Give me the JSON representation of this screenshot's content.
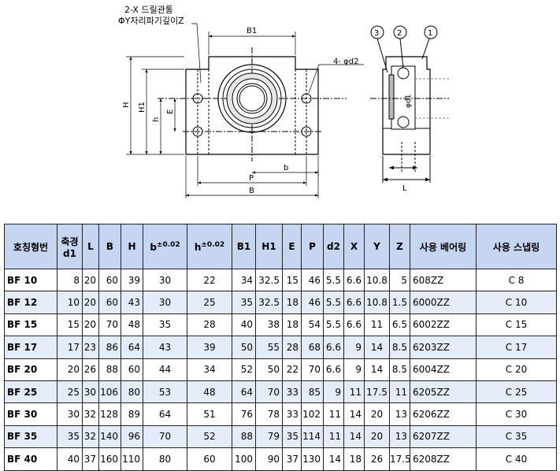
{
  "drawing": {
    "note_drill": "2-X 드릴관통",
    "note_counterbore": "ΦY자리파기깊이Z",
    "label_b1": "B1",
    "label_holes": "4- φd2",
    "label_H": "H",
    "label_H1": "H1",
    "label_h": "h",
    "label_E": "E",
    "label_b": "b",
    "label_P": "P",
    "label_B": "B",
    "label_d1": "φd1",
    "label_L": "L",
    "balloon_1": "1",
    "balloon_2": "2",
    "balloon_3": "3"
  },
  "table": {
    "headers": {
      "model": "호칭형번",
      "shaft_top": "축경",
      "shaft_bottom": "d1",
      "L": "L",
      "B": "B",
      "H": "H",
      "b": "b",
      "b_tol": "±0.02",
      "h": "h",
      "h_tol": "±0.02",
      "B1": "B1",
      "H1": "H1",
      "E": "E",
      "P": "P",
      "d2": "d2",
      "X": "X",
      "Y": "Y",
      "Z": "Z",
      "bearing": "사용 베어링",
      "snap_ring": "사용 스냅링"
    },
    "rows": [
      {
        "model": "BF 10",
        "d1": "8",
        "L": "20",
        "B": "60",
        "H": "39",
        "b": "30",
        "h": "22",
        "B1": "34",
        "H1": "32.5",
        "E": "15",
        "P": "46",
        "d2": "5.5",
        "X": "6.6",
        "Y": "10.8",
        "Z": "5",
        "bearing": "608ZZ",
        "snap": "C 8"
      },
      {
        "model": "BF 12",
        "d1": "10",
        "L": "20",
        "B": "60",
        "H": "43",
        "b": "30",
        "h": "25",
        "B1": "35",
        "H1": "32.5",
        "E": "18",
        "P": "46",
        "d2": "5.5",
        "X": "6.6",
        "Y": "10.8",
        "Z": "1.5",
        "bearing": "6000ZZ",
        "snap": "C 10"
      },
      {
        "model": "BF 15",
        "d1": "15",
        "L": "20",
        "B": "70",
        "H": "48",
        "b": "35",
        "h": "28",
        "B1": "40",
        "H1": "38",
        "E": "18",
        "P": "54",
        "d2": "5.5",
        "X": "6.6",
        "Y": "11",
        "Z": "6.5",
        "bearing": "6002ZZ",
        "snap": "C 15"
      },
      {
        "model": "BF 17",
        "d1": "17",
        "L": "23",
        "B": "86",
        "H": "64",
        "b": "43",
        "h": "39",
        "B1": "50",
        "H1": "55",
        "E": "28",
        "P": "68",
        "d2": "6.6",
        "X": "9",
        "Y": "14",
        "Z": "8.5",
        "bearing": "6203ZZ",
        "snap": "C 17"
      },
      {
        "model": "BF 20",
        "d1": "20",
        "L": "26",
        "B": "88",
        "H": "60",
        "b": "44",
        "h": "34",
        "B1": "52",
        "H1": "50",
        "E": "22",
        "P": "70",
        "d2": "6.6",
        "X": "9",
        "Y": "14",
        "Z": "8.5",
        "bearing": "6004ZZ",
        "snap": "C 20"
      },
      {
        "model": "BF 25",
        "d1": "25",
        "L": "30",
        "B": "106",
        "H": "80",
        "b": "53",
        "h": "48",
        "B1": "64",
        "H1": "70",
        "E": "33",
        "P": "85",
        "d2": "9",
        "X": "11",
        "Y": "17.5",
        "Z": "11",
        "bearing": "6205ZZ",
        "snap": "C 25"
      },
      {
        "model": "BF 30",
        "d1": "30",
        "L": "32",
        "B": "128",
        "H": "89",
        "b": "64",
        "h": "51",
        "B1": "76",
        "H1": "78",
        "E": "33",
        "P": "102",
        "d2": "11",
        "X": "14",
        "Y": "20",
        "Z": "13",
        "bearing": "6206ZZ",
        "snap": "C 30"
      },
      {
        "model": "BF 35",
        "d1": "35",
        "L": "32",
        "B": "140",
        "H": "96",
        "b": "70",
        "h": "52",
        "B1": "88",
        "H1": "79",
        "E": "35",
        "P": "114",
        "d2": "11",
        "X": "14",
        "Y": "20",
        "Z": "13",
        "bearing": "6207ZZ",
        "snap": "C 35"
      },
      {
        "model": "BF 40",
        "d1": "40",
        "L": "37",
        "B": "160",
        "H": "110",
        "b": "80",
        "h": "60",
        "B1": "100",
        "H1": "90",
        "E": "37",
        "P": "130",
        "d2": "14",
        "X": "18",
        "Y": "26",
        "Z": "17.5",
        "bearing": "6208ZZ",
        "snap": "C 40"
      }
    ]
  }
}
